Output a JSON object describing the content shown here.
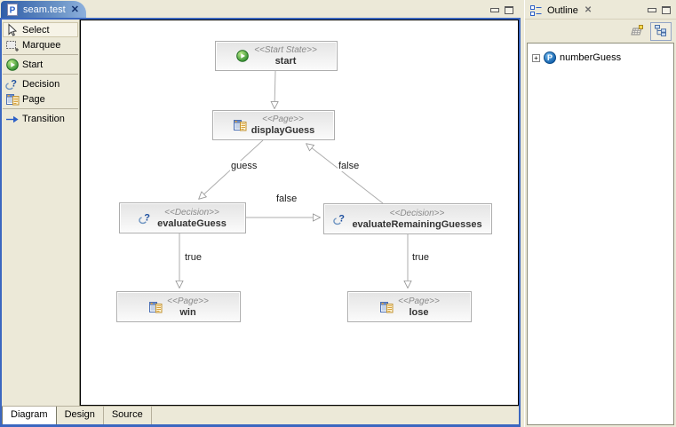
{
  "colors": {
    "window_bg": "#ECE9D8",
    "active_tab_gradient_start": "#2F5DA8",
    "active_tab_gradient_end": "#8DB0DD",
    "active_editor_frame": "#3B67C0",
    "canvas_bg": "#FFFFFF",
    "node_fill_top": "#E4E4E4",
    "node_fill_bottom": "#FBFBFB",
    "node_border": "#ADADAD",
    "edge_line": "#ADADAD",
    "stereotype_text": "#8A8A8A",
    "node_name_text": "#333333"
  },
  "editor": {
    "tab": {
      "title": "seam.test",
      "close_glyph": "✕"
    },
    "palette": {
      "items": [
        {
          "label": "Select",
          "selected": true
        },
        {
          "label": "Marquee",
          "selected": false
        },
        {
          "label": "Start",
          "selected": false
        },
        {
          "label": "Decision",
          "selected": false
        },
        {
          "label": "Page",
          "selected": false
        },
        {
          "label": "Transition",
          "selected": false
        }
      ]
    },
    "bottom_tabs": [
      {
        "label": "Diagram",
        "active": true
      },
      {
        "label": "Design",
        "active": false
      },
      {
        "label": "Source",
        "active": false
      }
    ]
  },
  "diagram": {
    "nodes": [
      {
        "type": "start-state",
        "stereotype": "<<Start State>>",
        "name": "start"
      },
      {
        "type": "page",
        "stereotype": "<<Page>>",
        "name": "displayGuess"
      },
      {
        "type": "decision",
        "stereotype": "<<Decision>>",
        "name": "evaluateGuess"
      },
      {
        "type": "decision",
        "stereotype": "<<Decision>>",
        "name": "evaluateRemainingGuesses"
      },
      {
        "type": "page",
        "stereotype": "<<Page>>",
        "name": "win"
      },
      {
        "type": "page",
        "stereotype": "<<Page>>",
        "name": "lose"
      }
    ],
    "edges": [
      {
        "from": "start",
        "to": "displayGuess",
        "label": ""
      },
      {
        "from": "displayGuess",
        "to": "evaluateGuess",
        "label": "guess"
      },
      {
        "from": "evaluateRemainingGuesses",
        "to": "displayGuess",
        "label": "false"
      },
      {
        "from": "evaluateGuess",
        "to": "evaluateRemainingGuesses",
        "label": "false"
      },
      {
        "from": "evaluateGuess",
        "to": "win",
        "label": "true"
      },
      {
        "from": "evaluateRemainingGuesses",
        "to": "lose",
        "label": "true"
      }
    ]
  },
  "outline": {
    "title": "Outline",
    "close_glyph": "✕",
    "tree": [
      {
        "expander": "+",
        "label": "numberGuess"
      }
    ]
  }
}
